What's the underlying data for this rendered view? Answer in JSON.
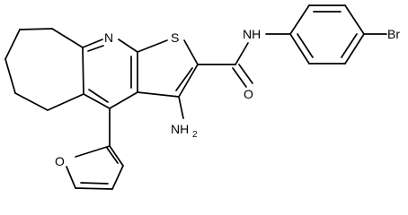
{
  "molecule": {
    "atom_labels": {
      "pyridine_n": "N",
      "thiophene_s": "S",
      "amide_nh": "NH",
      "amide_o": "O",
      "amino_n": "NH",
      "amino_sub": "2",
      "furan_o": "O",
      "bromine": "Br"
    }
  }
}
